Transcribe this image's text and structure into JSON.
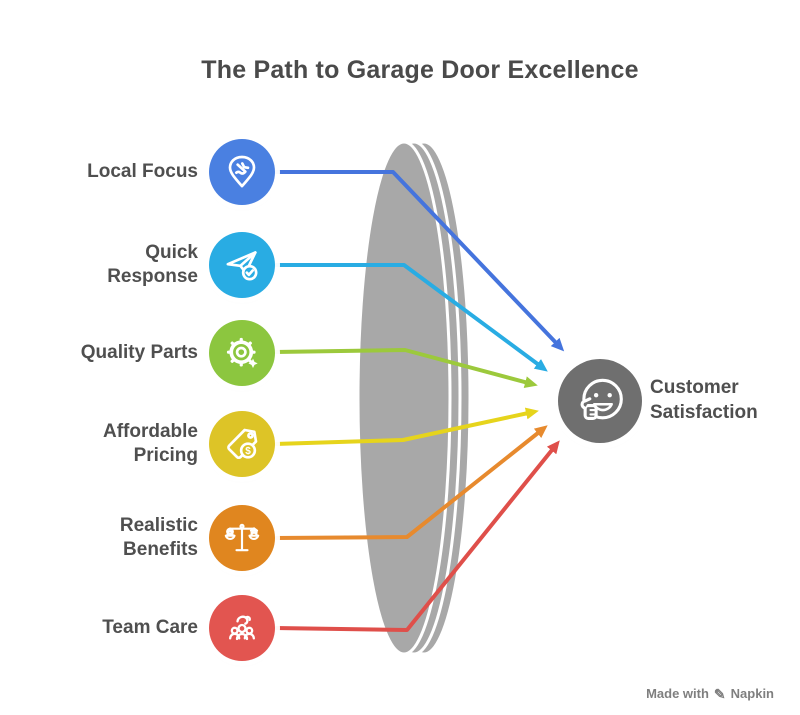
{
  "title": "The Path to Garage Door Excellence",
  "items": [
    {
      "label": "Local Focus",
      "icon": "map-pin-tool-icon",
      "circle_color": "#4a80e1",
      "line_color": "#4574dd"
    },
    {
      "label": "Quick Response",
      "icon": "plane-check-icon",
      "circle_color": "#29ace3",
      "line_color": "#29ace3"
    },
    {
      "label": "Quality Parts",
      "icon": "gear-sparkle-icon",
      "circle_color": "#8cc63f",
      "line_color": "#9cc93c"
    },
    {
      "label": "Affordable Pricing",
      "icon": "price-tag-icon",
      "circle_color": "#ddc427",
      "line_color": "#e6d41c"
    },
    {
      "label": "Realistic Benefits",
      "icon": "balance-scale-icon",
      "circle_color": "#e0861f",
      "line_color": "#e78a2e"
    },
    {
      "label": "Team Care",
      "icon": "team-hand-icon",
      "circle_color": "#e25550",
      "line_color": "#df4f4a"
    }
  ],
  "result": {
    "label": "Customer Satisfaction",
    "icon": "smiley-thumbs-up-icon",
    "circle_color": "#6f6f6f"
  },
  "lens_color": "#a8a8a8",
  "watermark": {
    "prefix": "Made with",
    "brand": "Napkin"
  }
}
